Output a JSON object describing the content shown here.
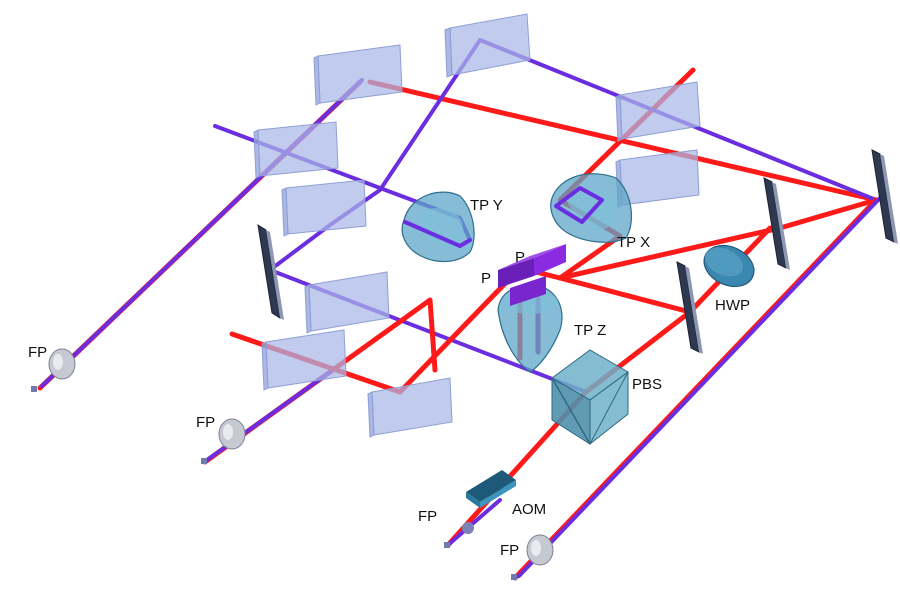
{
  "figure": {
    "title": "Optical setup diagram"
  },
  "labels": {
    "tp_y": "TP Y",
    "tp_x": "TP X",
    "tp_z": "TP Z",
    "p_top": "P",
    "p_left": "P",
    "hwp": "HWP",
    "pbs": "PBS",
    "aom": "AOM",
    "fp_1": "FP",
    "fp_2": "FP",
    "fp_3": "FP",
    "fp_4": "FP"
  },
  "colors": {
    "red_beam": "#ff1a1a",
    "blue_beam": "#6a2de0",
    "glass": "#a9b7e6",
    "lens": "#5ea6c7",
    "mirror": "#2e3850"
  }
}
